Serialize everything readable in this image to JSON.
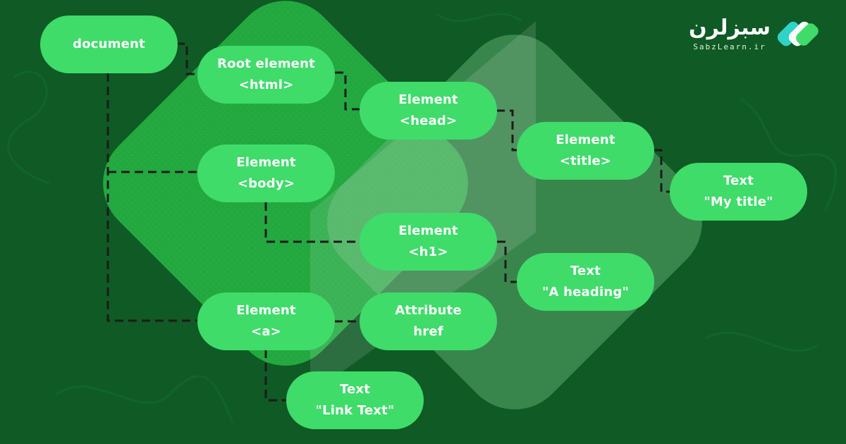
{
  "brand": {
    "name": "سبزلرن",
    "site": "SabzLearn.ir"
  },
  "colors": {
    "background": "#0f5a25",
    "node": "#3fdc6a",
    "connector": "#1b1b1b"
  },
  "nodes": {
    "document": {
      "lines": [
        "document"
      ]
    },
    "html": {
      "lines": [
        "Root element",
        "<html>"
      ]
    },
    "head": {
      "lines": [
        "Element",
        "<head>"
      ]
    },
    "title": {
      "lines": [
        "Element",
        "<title>"
      ]
    },
    "title_text": {
      "lines": [
        "Text",
        "\"My title\""
      ]
    },
    "body": {
      "lines": [
        "Element",
        "<body>"
      ]
    },
    "h1": {
      "lines": [
        "Element",
        "<h1>"
      ]
    },
    "h1_text": {
      "lines": [
        "Text",
        "\"A heading\""
      ]
    },
    "a": {
      "lines": [
        "Element",
        "<a>"
      ]
    },
    "href": {
      "lines": [
        "Attribute",
        "href"
      ]
    },
    "link_text": {
      "lines": [
        "Text",
        "\"Link Text\""
      ]
    }
  }
}
